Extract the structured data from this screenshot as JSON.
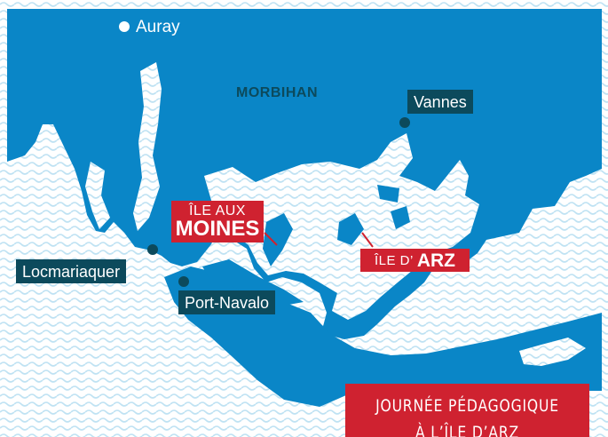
{
  "map": {
    "region_label": "MORBIHAN",
    "towns": {
      "auray": "Auray",
      "vannes": "Vannes",
      "locmariaquer": "Locmariaquer",
      "port_navalo": "Port-Navalo"
    },
    "islands": {
      "ile_aux_moines": {
        "line1": "ÎLE AUX",
        "line2": "MOINES"
      },
      "ile_d_arz": {
        "prefix": "ÎLE D’",
        "name": "ARZ"
      }
    },
    "banner": {
      "line1": "JOURNÉE PÉDAGOGIQUE",
      "line2": "À L’ÎLE D’ARZ"
    },
    "colors": {
      "sea": "#0a86c7",
      "land": "#ffffff",
      "waves": "#bfe2f3",
      "label_dark": "#0c4a5c",
      "accent_red": "#cf2230"
    }
  }
}
